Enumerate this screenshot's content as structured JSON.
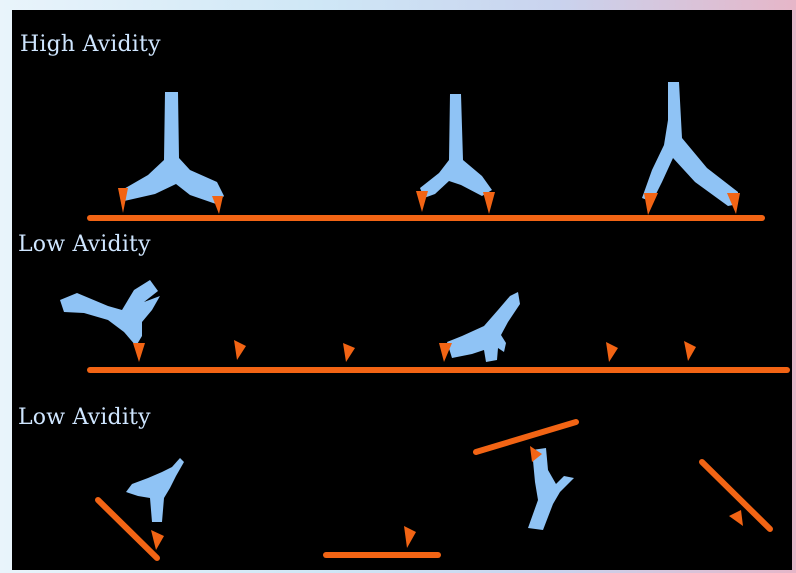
{
  "sections": [
    {
      "label": "High Avidity"
    },
    {
      "label": "Low Avidity"
    },
    {
      "label": "Low Avidity"
    }
  ],
  "colors": {
    "background": "#000000",
    "antibody": "#8fc3f5",
    "antigen_surface": "#f26414",
    "label_text": "#cfe6ff"
  }
}
